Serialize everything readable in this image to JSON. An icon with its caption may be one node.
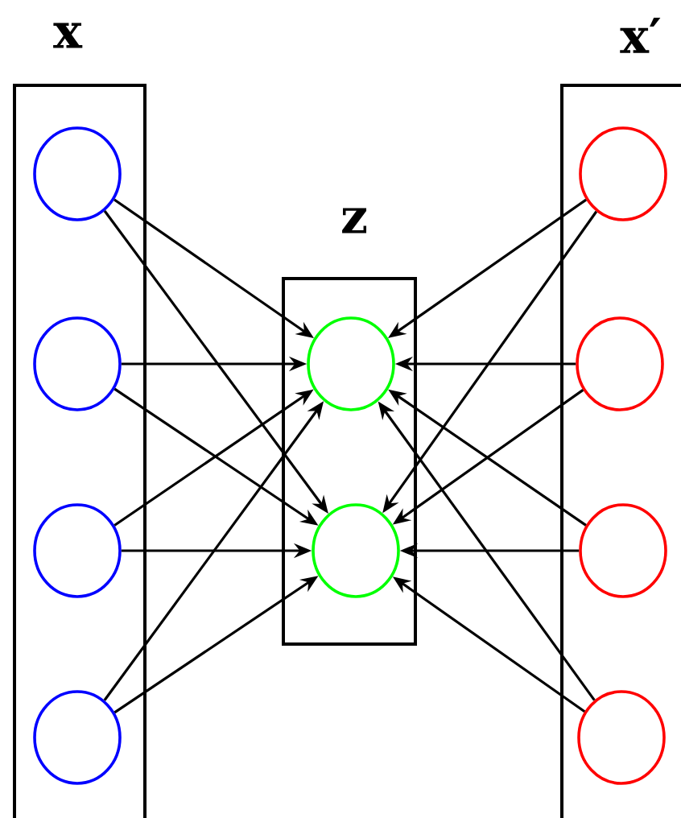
{
  "diagram": {
    "nodes": [
      {
        "text": [
          "x"
        ]
      },
      {
        "text": [],
        "shape": "circle",
        "in": 0
      },
      {
        "text": [],
        "shape": "circle",
        "in": 0
      },
      {
        "text": [],
        "shape": "circle",
        "in": 0
      },
      {
        "text": [],
        "shape": "circle",
        "in": 0
      },
      {
        "text": [
          "z"
        ]
      },
      {
        "text": [],
        "shape": "circle",
        "in": 5
      },
      {
        "text": [],
        "shape": "circle",
        "in": 5
      },
      {
        "text": [
          "x′"
        ]
      },
      {
        "text": [],
        "shape": "circle",
        "in": 8
      },
      {
        "text": [],
        "shape": "circle",
        "in": 8
      },
      {
        "text": [],
        "shape": "circle",
        "in": 8
      },
      {
        "text": [],
        "shape": "circle",
        "in": 8
      }
    ],
    "edges": [
      {
        "from": 1,
        "to": 6,
        "arrow": "to"
      },
      {
        "from": 1,
        "to": 7,
        "arrow": "to"
      },
      {
        "from": 2,
        "to": 6,
        "arrow": "to"
      },
      {
        "from": 2,
        "to": 7,
        "arrow": "to"
      },
      {
        "from": 3,
        "to": 6,
        "arrow": "to"
      },
      {
        "from": 3,
        "to": 7,
        "arrow": "to"
      },
      {
        "from": 4,
        "to": 6,
        "arrow": "to"
      },
      {
        "from": 4,
        "to": 7,
        "arrow": "to"
      },
      {
        "from": 9,
        "to": 6,
        "arrow": "to"
      },
      {
        "from": 9,
        "to": 7,
        "arrow": "to"
      },
      {
        "from": 10,
        "to": 6,
        "arrow": "to"
      },
      {
        "from": 10,
        "to": 7,
        "arrow": "to"
      },
      {
        "from": 11,
        "to": 6,
        "arrow": "to"
      },
      {
        "from": 11,
        "to": 7,
        "arrow": "to"
      },
      {
        "from": 12,
        "to": 6,
        "arrow": "to"
      },
      {
        "from": 12,
        "to": 7,
        "arrow": "to"
      }
    ]
  }
}
